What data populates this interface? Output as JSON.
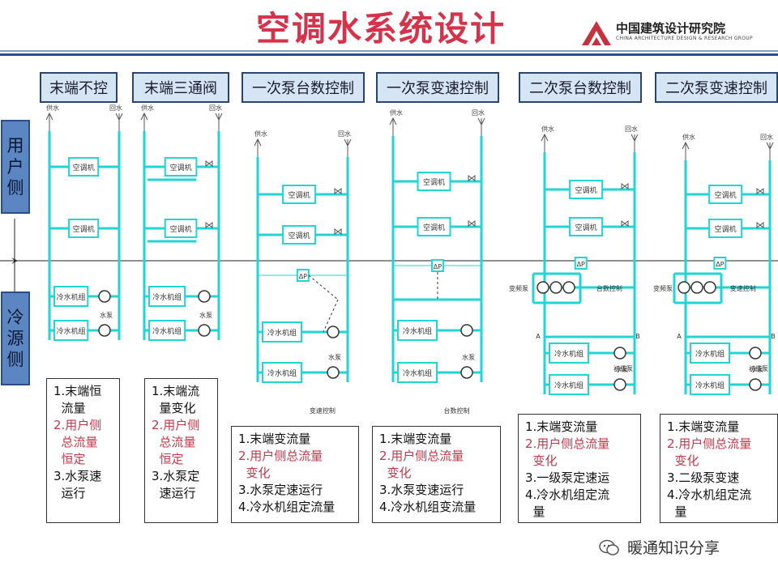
{
  "title": "空调水系统设计",
  "logo": {
    "name": "中国建筑设计研究院",
    "subtitle": "CHINA ARCHITECTURE DESIGN & RESEARCH GROUP"
  },
  "colors": {
    "pipe": "#22d4d4",
    "title": "#d6334a",
    "header_bg": "#d5e5f4",
    "side_bg": "#5b86c2",
    "red_text": "#c0394a"
  },
  "columns": [
    "末端不控",
    "末端三通阀",
    "一次泵台数控制",
    "一次泵变速控制",
    "二次泵台数控制",
    "二次泵变速控制"
  ],
  "side_labels": {
    "user": "用户侧",
    "source": "冷源侧"
  },
  "diagram": {
    "supply": "供水",
    "return": "回水",
    "ahu": "空调机",
    "chiller": "冷水机组",
    "pump": "水泵",
    "dp": "ΔP",
    "variable_control": "变速控制",
    "count_control": "台数控制",
    "freq_pump": "变频泵",
    "secondary_pump": "初级泵",
    "point_a": "A",
    "point_b": "B"
  },
  "notes": [
    [
      {
        "text": "1.末端恒\n  流量",
        "red": false
      },
      {
        "text": "2.用户侧\n  总流量\n  恒定",
        "red": true
      },
      {
        "text": "3.水泵速\n  运行",
        "red": false
      }
    ],
    [
      {
        "text": "1.末端流\n  量变化",
        "red": false
      },
      {
        "text": "2.用户侧\n  总流量\n  恒定",
        "red": true
      },
      {
        "text": "3.水泵定\n  速运行",
        "red": false
      }
    ],
    [
      {
        "text": "1.末端变流量",
        "red": false
      },
      {
        "text": "2.用户侧总流量\n  变化",
        "red": true
      },
      {
        "text": "3.水泵定速运行",
        "red": false
      },
      {
        "text": "4.冷水机组定流量",
        "red": false
      }
    ],
    [
      {
        "text": "1.末端变流量",
        "red": false
      },
      {
        "text": "2.用户侧总流量\n  变化",
        "red": true
      },
      {
        "text": "3.水泵变速运行",
        "red": false
      },
      {
        "text": "4.冷水机组变流量",
        "red": false
      }
    ],
    [
      {
        "text": "1.末端变流量",
        "red": false
      },
      {
        "text": "2.用户侧总流量\n  变化",
        "red": true
      },
      {
        "text": "3.一级泵定速运",
        "red": false
      },
      {
        "text": "4.冷水机组定流\n  量",
        "red": false
      }
    ],
    [
      {
        "text": "1.末端变流量",
        "red": false
      },
      {
        "text": "2.用户侧总流量\n  变化",
        "red": true
      },
      {
        "text": "3.二级泵变速",
        "red": false
      },
      {
        "text": "4.冷水机组定流\n  量",
        "red": false
      }
    ]
  ],
  "watermark": "暖通知识分享"
}
